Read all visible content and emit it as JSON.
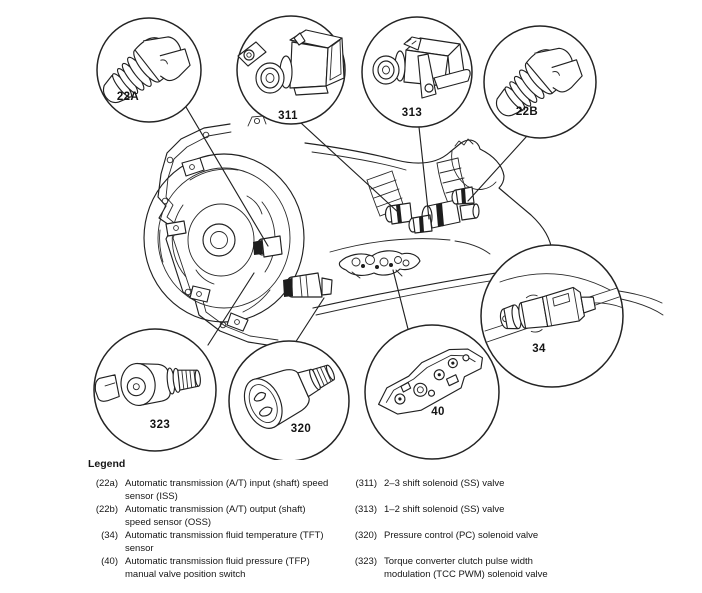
{
  "figure": {
    "callouts": [
      {
        "id": "22a",
        "label": "22A"
      },
      {
        "id": "311",
        "label": "311"
      },
      {
        "id": "313",
        "label": "313"
      },
      {
        "id": "22b",
        "label": "22B"
      },
      {
        "id": "34",
        "label": "34"
      },
      {
        "id": "323",
        "label": "323"
      },
      {
        "id": "320",
        "label": "320"
      },
      {
        "id": "40",
        "label": "40"
      }
    ]
  },
  "legend": {
    "title": "Legend",
    "left": [
      {
        "ref": "(22a)",
        "text": "Automatic transmission (A/T) input (shaft) speed sensor (ISS)"
      },
      {
        "ref": "(22b)",
        "text": "Automatic transmission (A/T) output (shaft) speed sensor (OSS)"
      },
      {
        "ref": "(34)",
        "text": "Automatic transmission fluid temperature (TFT) sensor"
      },
      {
        "ref": "(40)",
        "text": "Automatic transmission fluid pressure (TFP) manual valve position switch"
      }
    ],
    "right": [
      {
        "ref": "(311)",
        "text": "2–3 shift solenoid (SS) valve"
      },
      {
        "ref": "(313)",
        "text": "1–2 shift solenoid (SS) valve"
      },
      {
        "ref": "(320)",
        "text": "Pressure control (PC) solenoid valve"
      },
      {
        "ref": "(323)",
        "text": "Torque converter clutch pulse width modulation (TCC PWM) solenoid valve"
      }
    ]
  },
  "colors": {
    "ink": "#212121",
    "paper": "#ffffff"
  }
}
